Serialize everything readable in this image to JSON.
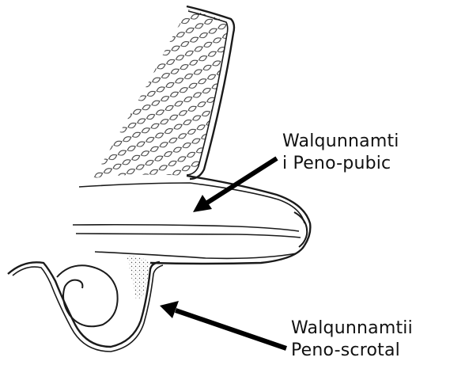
{
  "labels": {
    "peno_pubic": {
      "line1": "Walqunnamti",
      "line2": "i Peno-pubic"
    },
    "peno_scrotal": {
      "line1": "Walqunnamtii",
      "line2": "Peno-scrotal"
    }
  },
  "colors": {
    "outline": "#1a1a1a",
    "hatch": "#2b2b2b",
    "text": "#111111",
    "background": "#ffffff"
  }
}
